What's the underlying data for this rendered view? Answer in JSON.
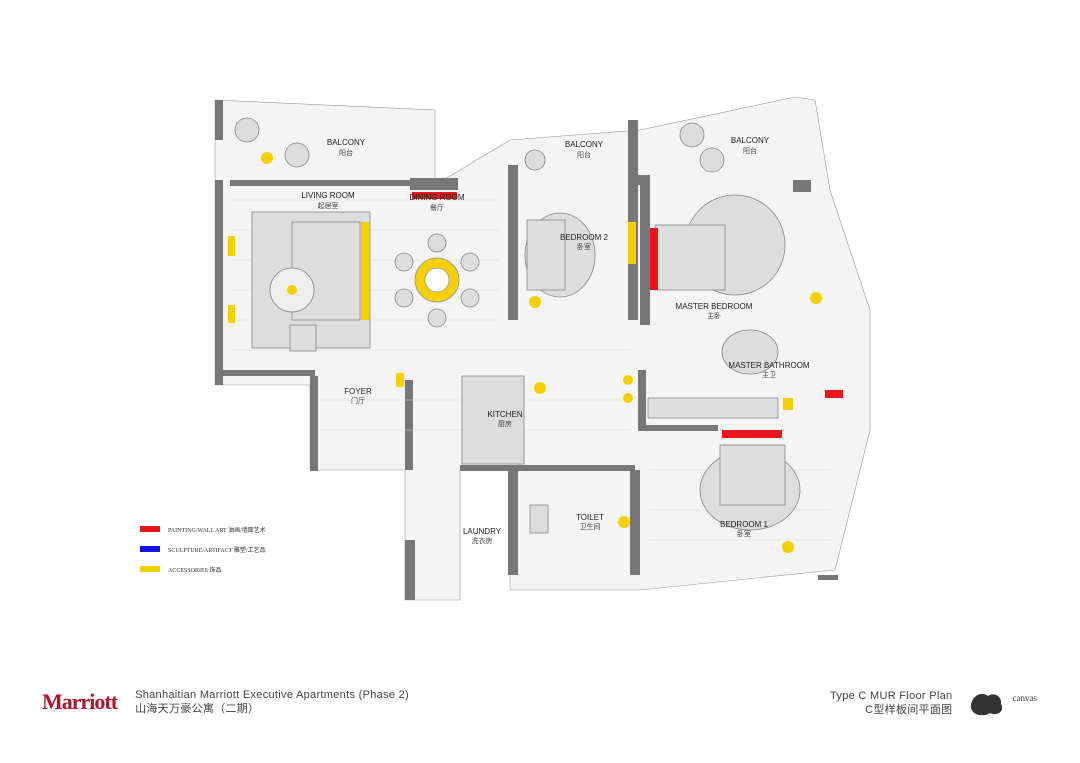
{
  "rooms": {
    "balcony_left": {
      "en": "BALCONY",
      "cn": "阳台"
    },
    "balcony_mid": {
      "en": "BALCONY",
      "cn": "阳台"
    },
    "balcony_right": {
      "en": "BALCONY",
      "cn": "阳台"
    },
    "living_room": {
      "en": "LIVING ROOM",
      "cn": "起居室"
    },
    "dining_room": {
      "en": "DINING ROOM",
      "cn": "餐厅"
    },
    "bedroom2": {
      "en": "BEDROOM 2",
      "cn": "卧室"
    },
    "master_bedroom": {
      "en": "MASTER BEDROOM",
      "cn": "主卧"
    },
    "master_bathroom": {
      "en": "MASTER BATHROOM",
      "cn": "主卫"
    },
    "foyer": {
      "en": "FOYER",
      "cn": "门厅"
    },
    "kitchen": {
      "en": "KITCHEN",
      "cn": "厨房"
    },
    "laundry": {
      "en": "LAUNDRY",
      "cn": "洗衣房"
    },
    "toilet": {
      "en": "TOILET",
      "cn": "卫生间"
    },
    "bedroom1": {
      "en": "BEDROOM 1",
      "cn": "卧室"
    }
  },
  "legend": [
    {
      "label": "PAINTING/WALL ART 油画/墙面艺术",
      "color": "#e8141b"
    },
    {
      "label": "SCULPTURE/ARTIFACT 雕塑/工艺品",
      "color": "#1414e0"
    },
    {
      "label": "ACCESSORIES 饰品",
      "color": "#f5d000"
    }
  ],
  "footer": {
    "brand": "Marriott",
    "project_en": "Shanhaitian Marriott Executive Apartments  (Phase 2)",
    "project_cn": "山海天万豪公寓（二期）",
    "plan_en": "Type C MUR Floor Plan",
    "plan_cn": "C型样板间平面图",
    "studio": "canvas"
  }
}
